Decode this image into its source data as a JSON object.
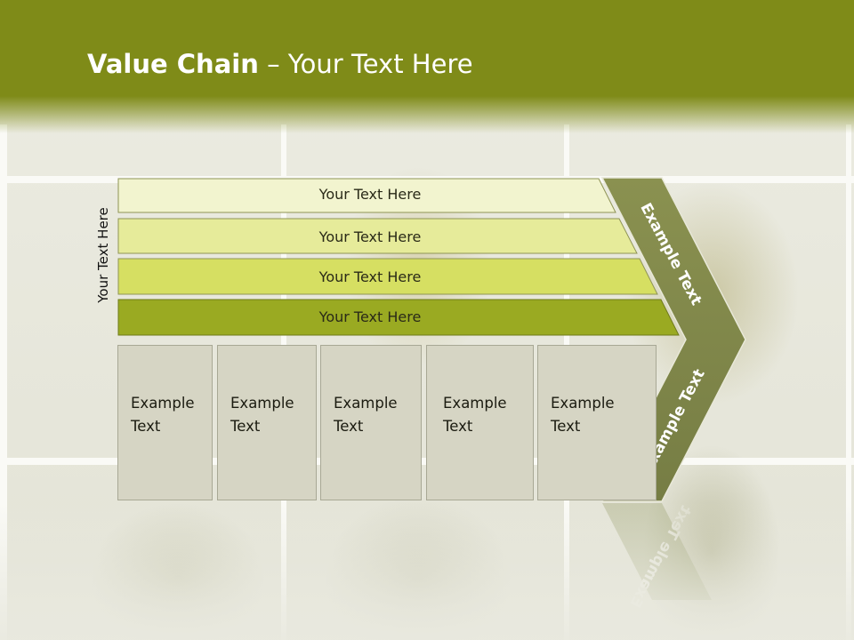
{
  "slide": {
    "title_bold": "Value Chain",
    "title_rest": " – Your Text Here",
    "vertical_label": "Your Text Here",
    "bands": [
      {
        "label": "Your Text Here",
        "color": "#f2f4cf"
      },
      {
        "label": "Your Text Here",
        "color": "#e6eb9a"
      },
      {
        "label": "Your Text Here",
        "color": "#d6df62"
      },
      {
        "label": "Your Text Here",
        "color": "#9aaa22"
      }
    ],
    "boxes": [
      {
        "label": "Example\nText"
      },
      {
        "label": "Example\nText"
      },
      {
        "label": "Example\nText"
      },
      {
        "label": "Example\nText"
      },
      {
        "label": "Example\nText"
      }
    ],
    "chevron": {
      "upper_label": "Example Text",
      "lower_label": "Example Text",
      "color": "#828a4c"
    },
    "colors": {
      "header": "#7f8b18",
      "box_fill": "#d6d5c4"
    }
  }
}
